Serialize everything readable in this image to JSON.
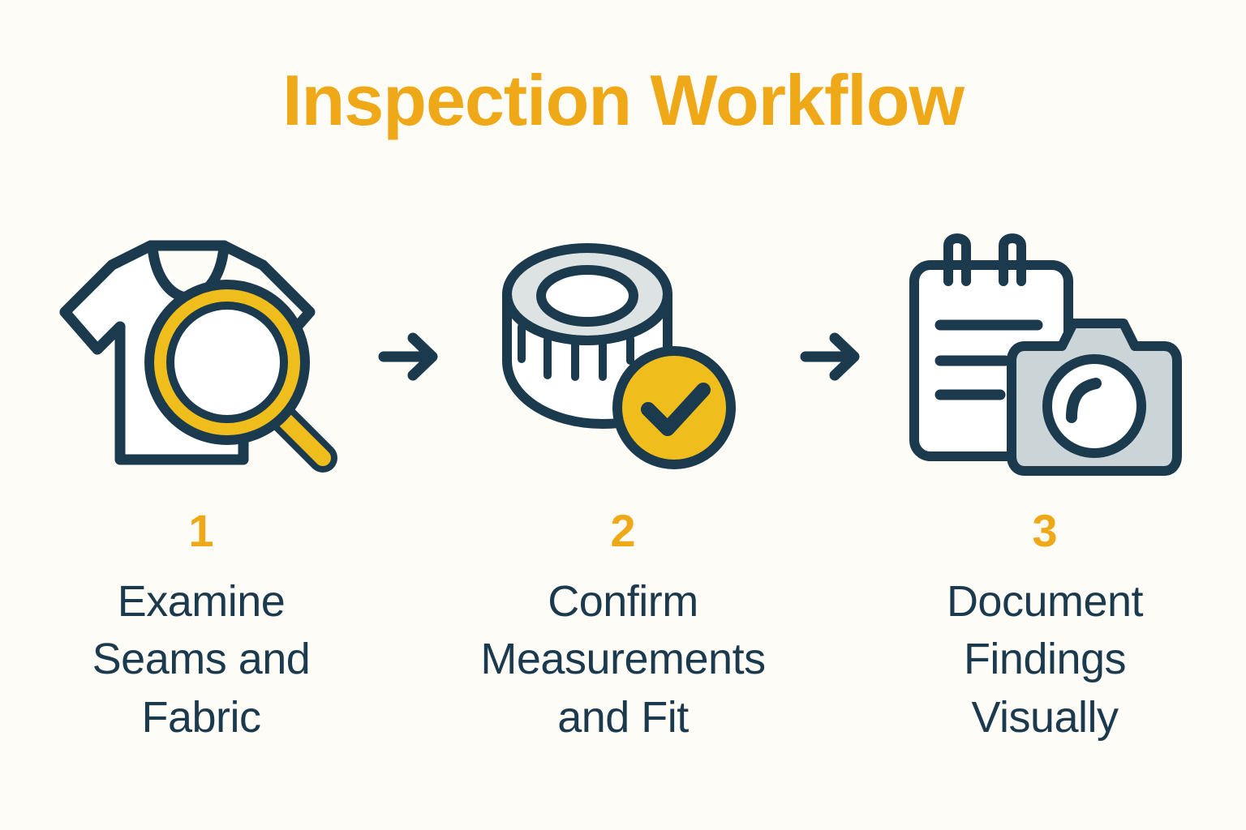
{
  "title": "Inspection Workflow",
  "colors": {
    "background": "#FDFCF7",
    "accent_amber": "#EFA818",
    "icon_yellow": "#EFBE1D",
    "navy": "#1C3A4E",
    "gray_light": "#DDE3E3",
    "gray_blue": "#CBD5D8",
    "white": "#FFFFFF"
  },
  "steps": [
    {
      "number": "1",
      "label": "Examine\nSeams and\nFabric",
      "icon": "tshirt-magnifier-icon"
    },
    {
      "number": "2",
      "label": "Confirm\nMeasurements\nand Fit",
      "icon": "measuring-tape-check-icon"
    },
    {
      "number": "3",
      "label": "Document\nFindings\nVisually",
      "icon": "notepad-camera-icon"
    }
  ],
  "arrows": [
    {
      "name": "arrow-step1-to-step2",
      "glyph": "arrow-right-icon"
    },
    {
      "name": "arrow-step2-to-step3",
      "glyph": "arrow-right-icon"
    }
  ]
}
